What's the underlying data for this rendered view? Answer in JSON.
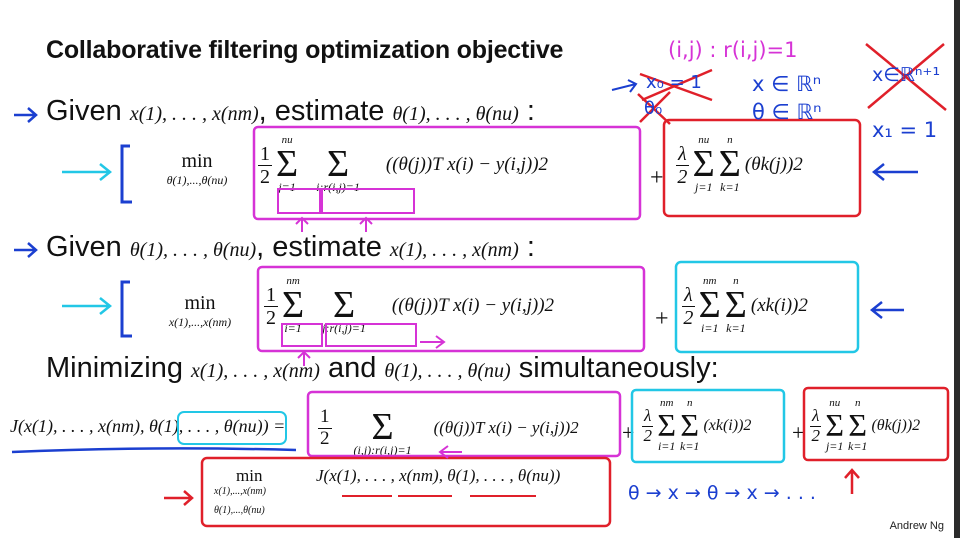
{
  "slide": {
    "title": "Collaborative filtering optimization objective",
    "footer": "Andrew Ng",
    "lines": {
      "given1_pre": "Given",
      "given1_x": "x(1), . . . , x(nm)",
      "given1_mid": ", estimate",
      "given1_theta": "θ(1), . . . , θ(nu)",
      "given1_end": ":",
      "given2_pre": "Given",
      "given2_theta": "θ(1), . . . , θ(nu)",
      "given2_mid": ", estimate",
      "given2_x": "x(1), . . . , x(nm)",
      "given2_end": ":",
      "minimizing_pre": "Minimizing",
      "minimizing_x": "x(1), . . . , x(nm)",
      "minimizing_and": "and",
      "minimizing_theta": "θ(1), . . . , θ(nu)",
      "minimizing_end": "simultaneously:"
    },
    "eq1": {
      "min": "min",
      "min_sub": "θ(1),...,θ(nu)",
      "half_num": "1",
      "half_den": "2",
      "sum1_top": "nu",
      "sum1_bot": "j=1",
      "sum2_bot": "i:r(i,j)=1",
      "term": "((θ(j))T x(i) − y(i,j))2",
      "plus": "+",
      "lam_num": "λ",
      "lam_den": "2",
      "reg_sum1_top": "nu",
      "reg_sum1_bot": "j=1",
      "reg_sum2_top": "n",
      "reg_sum2_bot": "k=1",
      "reg_term": "(θk(j))2"
    },
    "eq2": {
      "min": "min",
      "min_sub": "x(1),...,x(nm)",
      "half_num": "1",
      "half_den": "2",
      "sum1_top": "nm",
      "sum1_bot": "i=1",
      "sum2_bot": "j:r(i,j)=1",
      "term": "((θ(j))T x(i) − y(i,j))2",
      "plus": "+",
      "lam_num": "λ",
      "lam_den": "2",
      "reg_sum1_top": "nm",
      "reg_sum1_bot": "i=1",
      "reg_sum2_top": "n",
      "reg_sum2_bot": "k=1",
      "reg_term": "(xk(i))2"
    },
    "eq3": {
      "lhs": "J(x(1), . . . , x(nm), θ(1), . . . , θ(nu)) =",
      "half_num": "1",
      "half_den": "2",
      "sum_bot": "(i,j):r(i,j)=1",
      "term": "((θ(j))T x(i) − y(i,j))2",
      "plus1": "+",
      "lam1_num": "λ",
      "lam1_den": "2",
      "r1_top": "nm",
      "r1_bot": "i=1",
      "r2_top": "n",
      "r2_bot": "k=1",
      "reg1_term": "(xk(i))2",
      "plus2": "+",
      "lam2_num": "λ",
      "lam2_den": "2",
      "r3_top": "nu",
      "r3_bot": "j=1",
      "r4_top": "n",
      "r4_bot": "k=1",
      "reg2_term": "(θk(j))2"
    },
    "eq4": {
      "min": "min",
      "sub1": "x(1),...,x(nm)",
      "sub2": "θ(1),...,θ(nu)",
      "body": "J(x(1), . . . , x(nm), θ(1), . . . , θ(nu))"
    }
  },
  "annotations": {
    "top_note": "(i,j) : r(i,j)=1",
    "x_in": "x ∈ ℝⁿ",
    "theta_in": "θ ∈ ℝⁿ",
    "x_in_crossed": "x∈ℝⁿ⁺¹",
    "x0_crossed": "x₀ = 1",
    "theta0_crossed": "θ₀",
    "x1_eq": "x₁ = 1",
    "bottom_sequence": "θ → x → θ → x → . . ."
  },
  "colors": {
    "magenta": "#d633d6",
    "cyan": "#22c7e6",
    "red": "#e0202a",
    "blue": "#1b3fd0",
    "text": "#111111"
  }
}
